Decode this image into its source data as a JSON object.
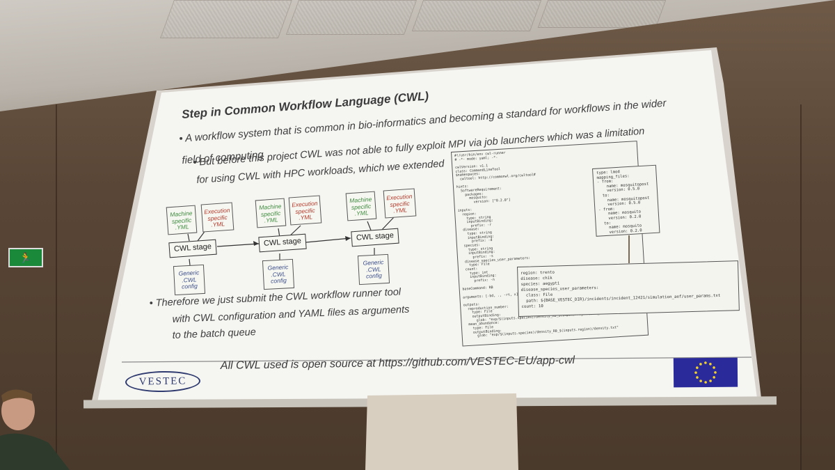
{
  "slide": {
    "title": "Step in Common Workflow Language (CWL)",
    "bullets": [
      "• A workflow system that is common in bio-informatics and becoming a standard for workflows in the wider",
      "field of computing",
      "• But before this project CWL was not able to fully exploit MPI via job launchers which was a limitation",
      "for using CWL with HPC workloads, which we extended",
      "• Therefore we just submit the CWL workflow runner tool",
      "with CWL configuration and YAML files as arguments",
      "to the batch queue"
    ],
    "footer": "All CWL used is open source at https://github.com/VESTEC-EU/app-cwl",
    "logo": "VESTEC"
  },
  "diagram": {
    "machine_doc": [
      "Machine",
      "specific",
      ".YML"
    ],
    "execution_doc": [
      "Execution",
      "specific",
      ".YML"
    ],
    "generic_doc": [
      "Generic",
      ".CWL",
      "config"
    ],
    "stage_label": "CWL stage",
    "colors": {
      "machine": "#3c8a3c",
      "execution": "#b33a2a",
      "generic": "#3c4f8a"
    }
  },
  "code_main": {
    "lines": [
      "#!/usr/bin/env cwl-runner",
      "# -*- mode: yaml; -*-",
      "",
      "cwlVersion: v1.1",
      "class: CommandLineTool",
      "$namespaces:",
      "  cwltool: http://commonwl.org/cwltool#",
      "",
      "hints:",
      "  SoftwareRequirement:",
      "    packages:",
      "      mosquito:",
      "        version: [\"0.2.0\"]",
      "",
      "inputs:",
      "  region:",
      "    type: string",
      "    inputBinding:",
      "      prefix: -r",
      "  disease:",
      "    type: string",
      "    inputBinding:",
      "      prefix: -d",
      "  species:",
      "    type: string",
      "    inputBinding:",
      "      prefix: -s",
      "  disease_species_user_parameters:",
      "    type: File",
      "  count:",
      "    type: int",
      "    inputBinding:",
      "      prefix: -n",
      "",
      "baseCommand: RB",
      "",
      "arguments: [-bd, ., -rt, x]",
      "",
      "outputs:",
      "  reproduction_number:",
      "    type: File",
      "    outputBinding:",
      "      glob: \"exp/$(inputs.species)/density_R0_$(inputs.region)/R0_$(inputs.disease).txt\"",
      "  mean_abundance:",
      "    type: File",
      "    outputBinding:",
      "      glob: \"exp/$(inputs.species)/density_R0_$(inputs.region)/density.txt\""
    ]
  },
  "code_mapping": {
    "lines": [
      "type: lmod",
      "mapping_files:",
      "- from:",
      "    name: mosquitopost",
      "    version: 0.5.0",
      "  to:",
      "    name: mosquitopost",
      "    version: 0.5.0",
      "- from:",
      "    name: mosquito",
      "    version: 0.2.0",
      "  to:",
      "    name: mosquito",
      "    version: 0.2.0"
    ]
  },
  "code_params": {
    "lines": [
      "region: trento",
      "disease: chik",
      "species: aegypti",
      "disease_species_user_parameters:",
      "  class: File",
      "  path: ${BASE_VESTEC_DIR}/incidents/incident_12421/simulation_aef/user_params.txt",
      "count: 10"
    ]
  },
  "room": {
    "exit_sign": "🏃"
  }
}
